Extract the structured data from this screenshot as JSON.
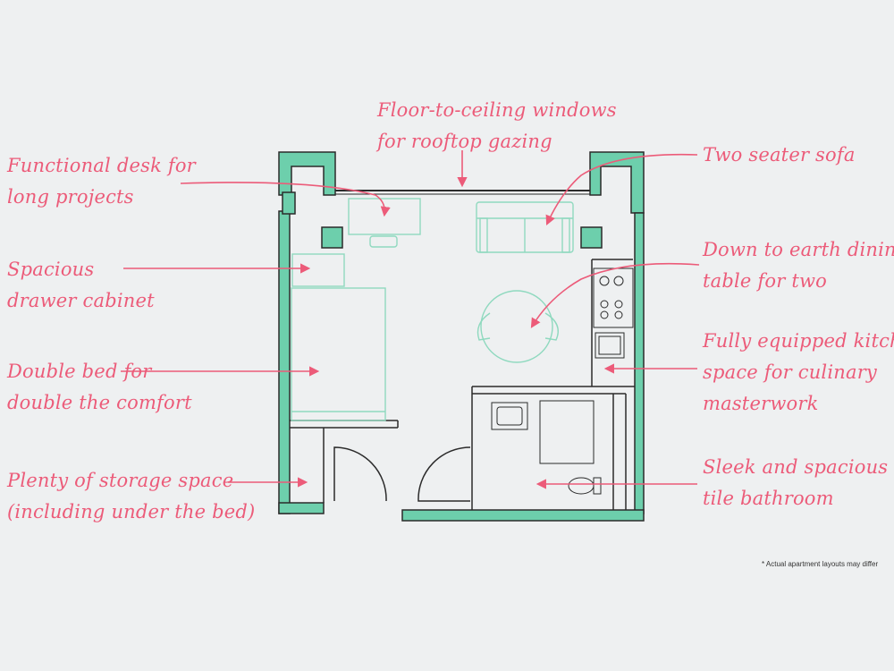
{
  "colors": {
    "background": "#eef0f1",
    "annotation": "#ec5b79",
    "wall_fill": "#6dcfac",
    "wall_outline": "#2b2b2b",
    "furniture": "#8fd9bf"
  },
  "callouts": {
    "windows": [
      "Floor-to-ceiling windows",
      "for rooftop gazing"
    ],
    "desk": [
      "Functional desk for",
      "long projects"
    ],
    "sofa": [
      "Two seater sofa"
    ],
    "cabinet": [
      "Spacious",
      "drawer cabinet"
    ],
    "dining": [
      "Down to earth dining",
      "table for two"
    ],
    "bed": [
      "Double bed for",
      "double the comfort"
    ],
    "kitchen": [
      "Fully equipped kitchen",
      "space for culinary",
      "masterwork"
    ],
    "storage": [
      "Plenty of storage space",
      "(including under the bed)"
    ],
    "bathroom": [
      "Sleek and spacious",
      "tile bathroom"
    ]
  },
  "footnote": "* Actual apartment layouts may differ"
}
